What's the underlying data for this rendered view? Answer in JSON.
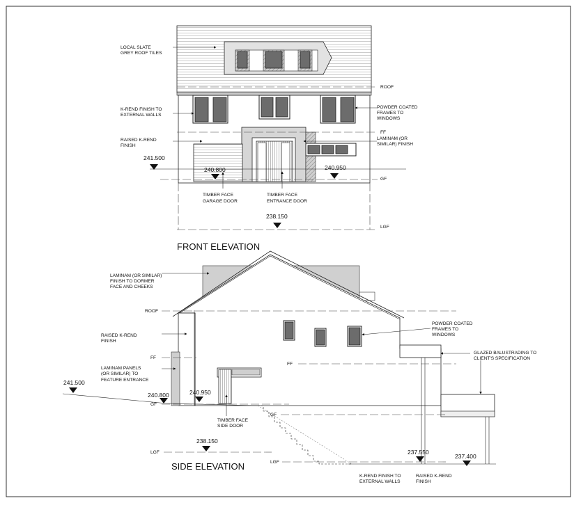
{
  "front": {
    "title": "FRONT ELEVATION",
    "notes": {
      "roof_tiles": [
        "LOCAL SLATE",
        "GREY ROOF TILES"
      ],
      "krend": [
        "K-REND FINISH TO",
        "EXTERNAL WALLS"
      ],
      "raised": [
        "RAISED K-REND",
        "FINISH"
      ],
      "powder": [
        "POWDER COATED",
        "FRAMES TO",
        "WINDOWS"
      ],
      "laminam": [
        "LAMINAM (OR",
        "SIMILAR) FINISH"
      ],
      "garage": [
        "TIMBER FACE",
        "GARAGE DOOR"
      ],
      "entrance": [
        "TIMBER FACE",
        "ENTRANCE DOOR"
      ]
    },
    "levels": {
      "roof": "ROOF",
      "ff": "FF",
      "gf": "GF",
      "lgf": "LGF",
      "l241500": "241.500",
      "l240800": "240.800",
      "l240950": "240.950",
      "l238150": "238.150"
    }
  },
  "side": {
    "title": "SIDE ELEVATION",
    "notes": {
      "laminam_dormer": [
        "LAMINAM (OR SIMILAR)",
        "FINISH TO  DORMER",
        "FACE AND CHEEKS"
      ],
      "raised": [
        "RAISED K-REND",
        "FINISH"
      ],
      "laminam_panels": [
        "LAMINAM PANELS",
        "(OR SIMILAR) TO",
        "FEATURE ENTRANCE"
      ],
      "powder": [
        "POWDER COATED",
        "FRAMES TO",
        "WINDOWS"
      ],
      "glazed": [
        "GLAZED BALUSTRADING TO",
        "CLIENT'S SPECIFICATION"
      ],
      "side_door": [
        "TIMBER FACE",
        "SIDE DOOR"
      ],
      "krend": [
        "K-REND FINISH TO",
        "EXTERNAL WALLS"
      ],
      "raised2": [
        "RAISED K-REND",
        "FINISH"
      ]
    },
    "levels": {
      "roof": "ROOF",
      "ff_left": "FF",
      "ff_mid": "FF",
      "gf_left": "GF",
      "gf_mid": "GF",
      "lgf_left": "LGF",
      "lgf_mid": "LGF",
      "l241500": "241.500",
      "l240800": "240.800",
      "l240950": "240.950",
      "l238150": "238.150",
      "l237550": "237.550",
      "l237400": "237.400"
    }
  }
}
